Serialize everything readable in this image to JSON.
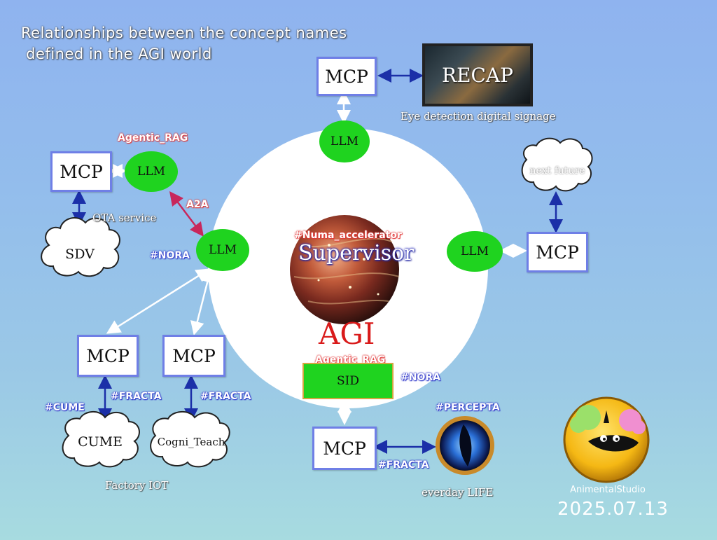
{
  "title": {
    "line1": "Relationships between the concept names",
    "line2": " defined in the AGI world"
  },
  "center": {
    "tag": "#Numa_accelerator",
    "supervisor": "Supervisor",
    "agi": "AGI"
  },
  "top": {
    "mcp": "MCP",
    "llm": "LLM",
    "signage": "RECAP",
    "caption": "Eye detection digital signage"
  },
  "left_upper": {
    "mcp": "MCP",
    "llm": "LLM",
    "tag": "Agentic_RAG",
    "service": "OTA service",
    "cloud": "SDV",
    "a2a": "A2A"
  },
  "left_center": {
    "llm": "LLM",
    "tag": "#NORA"
  },
  "right": {
    "llm": "LLM",
    "mcp": "MCP",
    "cloud": "next future"
  },
  "factory": {
    "mcp_left": "MCP",
    "mcp_right": "MCP",
    "tag_cume": "#CUME",
    "tag_fracta_left": "#FRACTA",
    "tag_fracta_right": "#FRACTA",
    "cloud_left": "CUME",
    "cloud_right": "Cogni_Teach",
    "caption": "Factory IOT"
  },
  "bottom": {
    "tag_rag": "Agentic_RAG",
    "sid": "SID",
    "tag_nora": "#NORA",
    "mcp": "MCP",
    "tag_percepta": "#PERCEPTA",
    "tag_fracta": "#FRACTA",
    "caption": "everday LIFE"
  },
  "credit": {
    "studio": "AnimentalStudio",
    "date": "2025.07.13"
  },
  "colors": {
    "arrow_blue": "#1b2fa8",
    "arrow_white": "#ffffff",
    "arrow_red": "#c8275c",
    "llm_green": "#1fd31f",
    "mcp_border": "#6f7fe6",
    "agi_red": "#d91a1a"
  }
}
